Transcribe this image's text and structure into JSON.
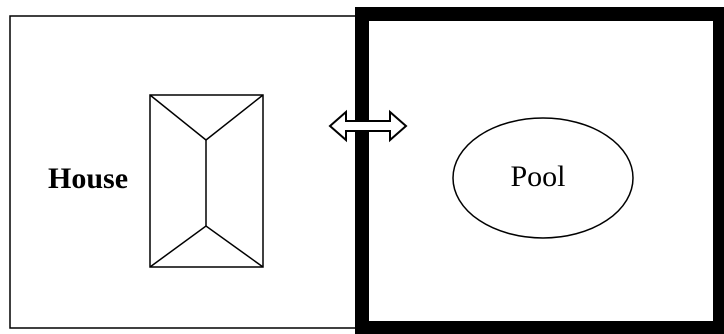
{
  "labels": {
    "house": "House",
    "pool": "Pool"
  },
  "connector": {
    "type": "double-headed-arrow",
    "icon": "double-arrow-icon"
  },
  "colors": {
    "stroke": "#000000",
    "background": "#ffffff"
  }
}
